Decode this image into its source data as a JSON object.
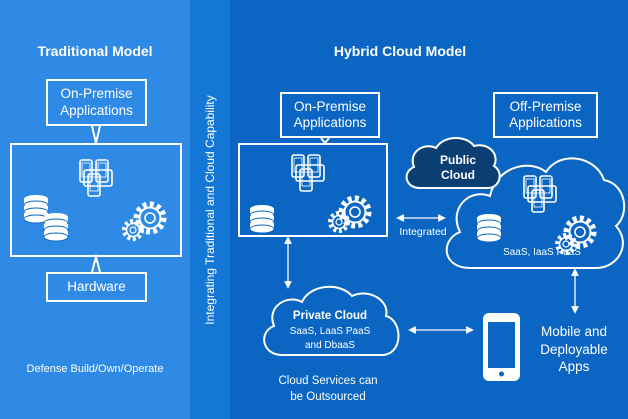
{
  "left": {
    "title": "Traditional Model",
    "app_label": "On-Premise\nApplications",
    "hardware": "Hardware",
    "footer": "Defense Build/Own/Operate"
  },
  "middle": {
    "vertical_text": "Integrating Traditional and Cloud Capability"
  },
  "right": {
    "title": "Hybrid Cloud Model",
    "onprem_label": "On-Premise\nApplications",
    "offprem_label": "Off-Premise\nApplications",
    "public_cloud": "Public\nCloud",
    "integrated": "Integrated",
    "offprem_services": "SaaS, IaaS PaaS",
    "private_cloud_title": "Private Cloud",
    "private_cloud_services": "SaaS, LaaS PaaS\nand DbaaS",
    "cloud_services_note": "Cloud Services can\nbe Outsourced",
    "mobile": "Mobile and\nDeployable\nApps"
  },
  "colors": {
    "left_panel": "#2f8ae5",
    "middle_panel": "#1477d6",
    "right_panel": "#0a66c2",
    "public_cloud": "#0b3f74"
  },
  "icons": [
    "devices-icon",
    "database-icon",
    "gears-icon",
    "smartphone-icon",
    "double-arrow-icon"
  ]
}
